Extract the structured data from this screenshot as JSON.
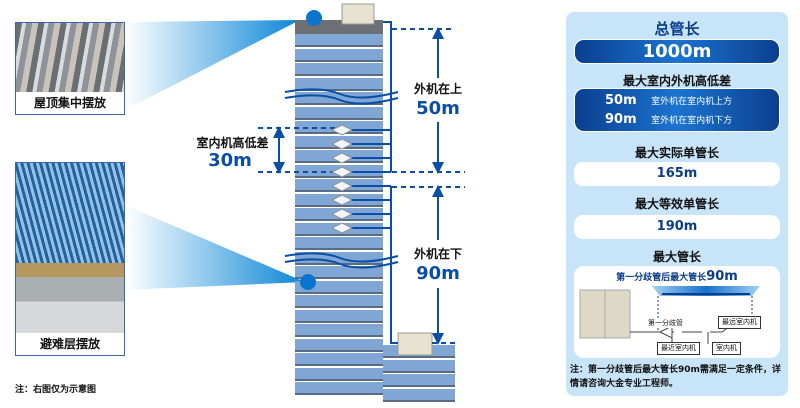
{
  "photos": [
    {
      "caption": "屋顶集中摆放"
    },
    {
      "caption": "避难层摆放"
    }
  ],
  "left_note": "注：右图仅为示意图",
  "building": {
    "outdoor_above": {
      "label": "外机在上",
      "value": "50m"
    },
    "outdoor_below": {
      "label": "外机在下",
      "value": "90m"
    },
    "indoor_diff": {
      "label": "室内机高低差",
      "value": "30m"
    }
  },
  "panel": {
    "total_pipe": {
      "title": "总管长",
      "value": "1000m"
    },
    "max_height_diff": {
      "title": "最大室内外机高低差",
      "rows": [
        {
          "value": "50m",
          "desc": "室外机在室内机上方"
        },
        {
          "value": "90m",
          "desc": "室外机在室内机下方"
        }
      ]
    },
    "max_actual_single": {
      "title": "最大实际单管长",
      "value": "165m"
    },
    "max_equiv_single": {
      "title": "最大等效单管长",
      "value": "190m"
    },
    "max_pipe": {
      "title": "最大管长",
      "subtitle_prefix": "第一分歧管后最大管长",
      "subtitle_value": "90m",
      "labels": {
        "first_branch": "第一分歧管",
        "farthest_indoor": "最远室内机",
        "nearest_indoor": "最近室内机",
        "indoor": "室内机"
      }
    },
    "note": "注：第一分歧管后最大管长90m需满足一定条件，详情请咨询大金专业工程师。"
  },
  "colors": {
    "accent": "#0a4fa5",
    "panel_bg": "#c7e4f8",
    "floor": "#7fa6d4"
  }
}
